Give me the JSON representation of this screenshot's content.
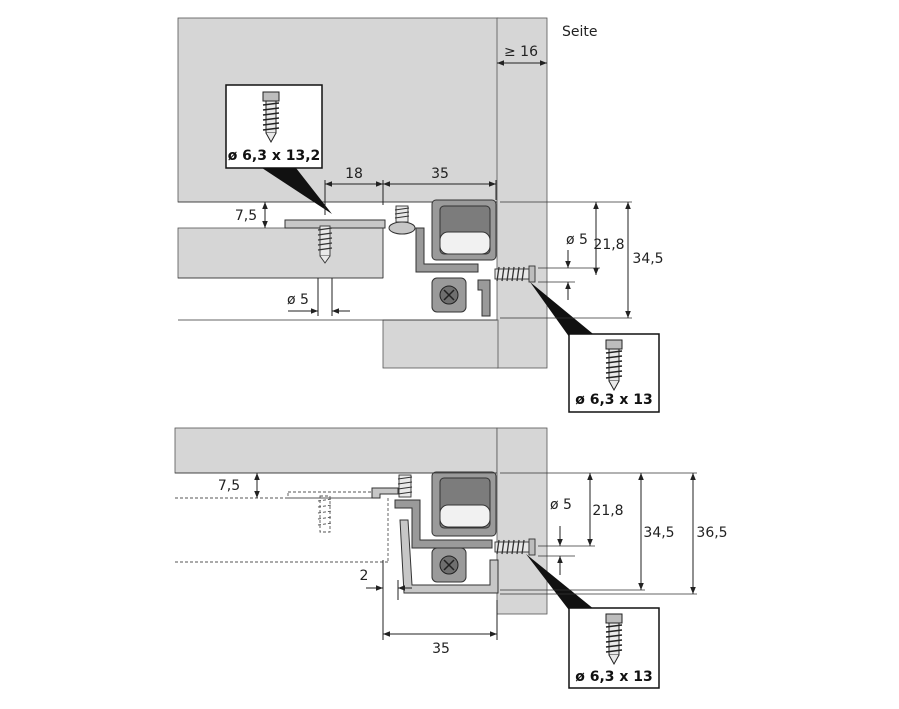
{
  "upper": {
    "side_label": "Seite",
    "side_min": "≥ 16",
    "screw_spec_top": "ø 6,3 x 13,2",
    "screw_spec_side": "ø 6,3  x  13",
    "dim_18": "18",
    "dim_35": "35",
    "dim_7_5": "7,5",
    "dim_phi5_hor": "ø 5",
    "dim_phi5_vert": "ø 5",
    "dim_21_8": "21,8",
    "dim_34_5": "34,5"
  },
  "lower": {
    "screw_spec_side": "ø 6,3  x  13",
    "dim_7_5": "7,5",
    "dim_2": "2",
    "dim_35": "35",
    "dim_phi5": "ø 5",
    "dim_21_8": "21,8",
    "dim_34_5": "34,5",
    "dim_36_5": "36,5"
  }
}
